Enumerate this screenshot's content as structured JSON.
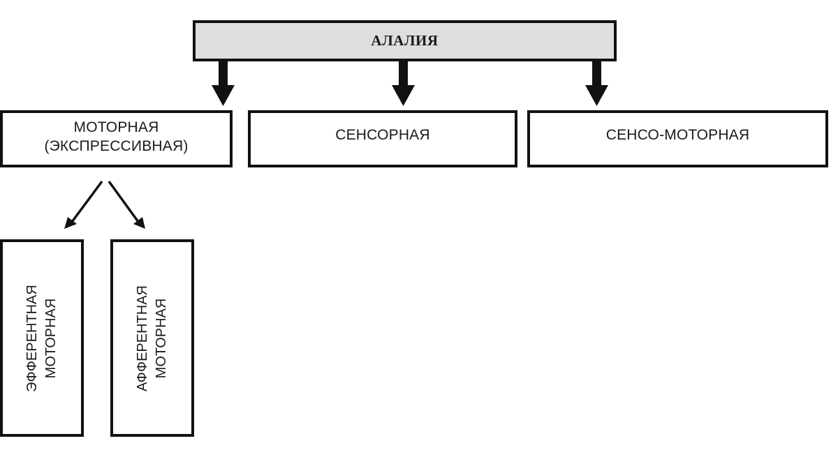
{
  "diagram": {
    "root": {
      "label": "АЛАЛИЯ"
    },
    "categories": {
      "motor": {
        "line1": "МОТОРНАЯ",
        "line2": "(ЭКСПРЕССИВНАЯ)"
      },
      "sensor": {
        "label": "СЕНСОРНАЯ"
      },
      "sensomotor": {
        "label": "СЕНСО-МОТОРНАЯ"
      }
    },
    "motor_subtypes": {
      "efferent": {
        "line1": "ЭФФЕРЕНТНАЯ",
        "line2": "МОТОРНАЯ"
      },
      "afferent": {
        "line1": "АФФЕРЕНТНАЯ",
        "line2": "МОТОРНАЯ"
      }
    }
  }
}
